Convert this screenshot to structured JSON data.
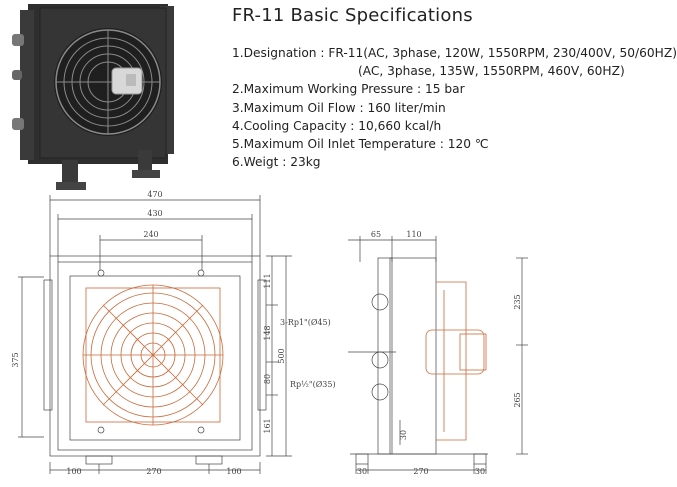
{
  "title": "FR-11 Basic Specifications",
  "specs": [
    "1.Designation : FR-11(AC, 3phase, 120W, 1550RPM, 230/400V, 50/60HZ)",
    "(AC, 3phase, 135W, 1550RPM, 460V, 60HZ)",
    "2.Maximum Working Pressure : 15 bar",
    "3.Maximum Oil Flow : 160 liter/min",
    "4.Cooling Capacity : 10,660 kcal/h",
    "5.Maximum Oil Inlet Temperature : 120 ℃",
    "6.Weigt : 23kg"
  ],
  "front_dims": {
    "top_overall": "470",
    "top_inner": "430",
    "top_bolts": "240",
    "left_height": "375",
    "right_1": "111",
    "right_2": "148",
    "right_3": "80",
    "right_4": "161",
    "right_total": "500",
    "bottom_left": "100",
    "bottom_mid": "270",
    "bottom_right": "100"
  },
  "side_dims": {
    "top_left": "65",
    "top_right": "110",
    "port_upper": "3-Rp1\"(Ø45)",
    "port_lower": "Rp½\"(Ø35)",
    "right_upper": "235",
    "right_lower": "265",
    "left_small": "30",
    "bottom_left": "30",
    "bottom_mid": "270",
    "bottom_right": "30"
  }
}
